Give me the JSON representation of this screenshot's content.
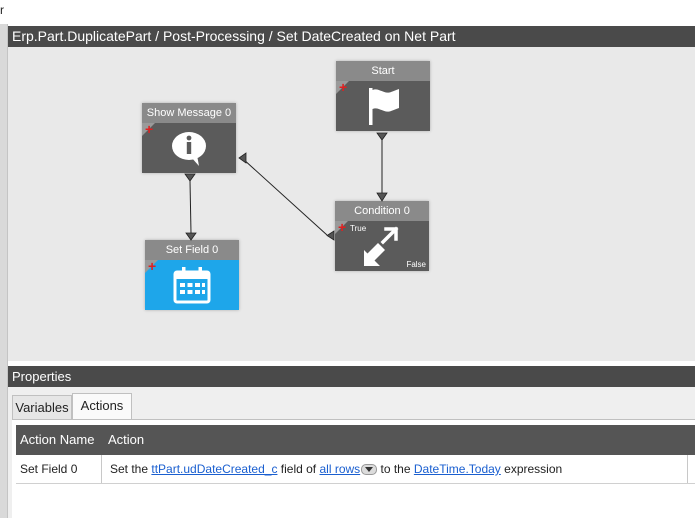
{
  "top_fragment": "r",
  "workflow": {
    "breadcrumb": "Erp.Part.DuplicatePart / Post-Processing / Set DateCreated on Net Part"
  },
  "nodes": {
    "start": {
      "title": "Start",
      "icon": "flag-icon"
    },
    "show_message": {
      "title": "Show Message 0",
      "icon": "info-bubble-icon"
    },
    "condition": {
      "title": "Condition 0",
      "icon": "condition-arrows-icon",
      "true_label": "True",
      "false_label": "False"
    },
    "set_field": {
      "title": "Set Field 0",
      "icon": "calendar-icon"
    }
  },
  "properties": {
    "header": "Properties",
    "tabs": [
      {
        "label": "Variables",
        "selected": false
      },
      {
        "label": "Actions",
        "selected": true
      }
    ],
    "grid": {
      "columns": [
        "Action Name",
        "Action"
      ],
      "rows": [
        {
          "name": "Set Field 0",
          "action": {
            "prefix": "Set the ",
            "field_link": "ttPart.udDateCreated_c",
            "middle": " field of ",
            "rows_link": "all rows",
            "suffix": " to the ",
            "expr_link": "DateTime.Today",
            "end": " expression"
          }
        }
      ]
    }
  },
  "colors": {
    "header_bg": "#4a4a4a",
    "node_title": "#8a8a8a",
    "node_body": "#5b5b5b",
    "set_field_body": "#1ea6ea",
    "add_marker": "#e02020",
    "link": "#1a5fd0"
  }
}
